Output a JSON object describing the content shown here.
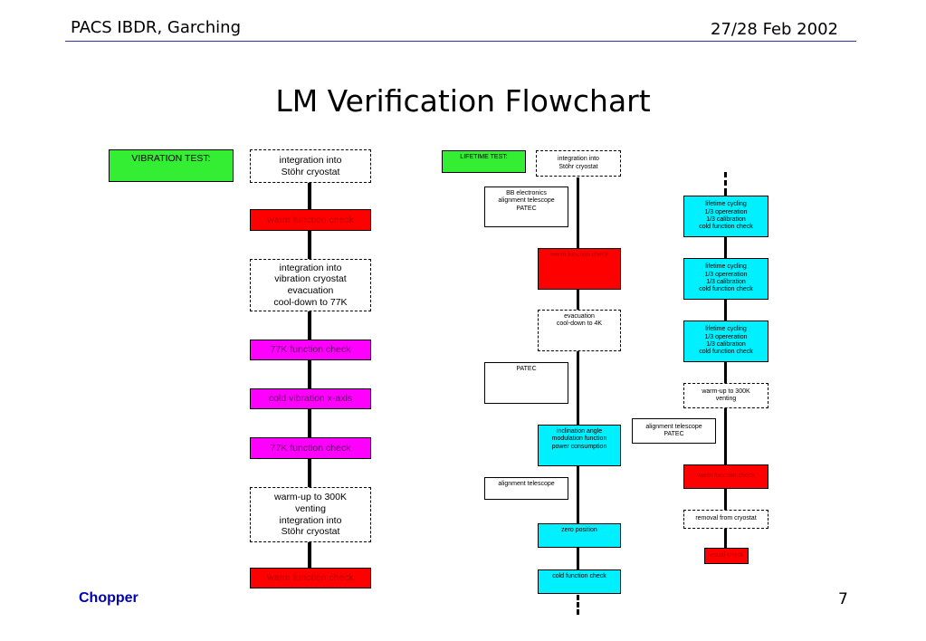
{
  "header": {
    "left": "PACS IBDR, Garching",
    "right": "27/28 Feb 2002"
  },
  "title": "LM Verification Flowchart",
  "vibration": {
    "label": "VIBRATION TEST:",
    "steps": [
      "integration into\nStöhr cryostat",
      "warm function check",
      "integration into\nvibration cryostat\nevacuation\ncool-down to 77K",
      "77K function check",
      "cold vibration x-axis",
      "77K function check",
      "warm-up to 300K\nventing\nintegration into\nStöhr cryostat",
      "warm function check"
    ]
  },
  "lifetime": {
    "label": "LIFETIME TEST:",
    "main": [
      "integration into\nStöhr cryostat",
      "warm function check",
      "evacuation\ncool-down to 4K",
      "inclination angle\nmodulation function\npower consumption",
      "zero position",
      "cold function check"
    ],
    "side_left": [
      "BB electronics\nalignment telescope\nPATEC",
      "PATEC",
      "alignment telescope"
    ],
    "right": [
      "lifetime cycling\n1/3 opereration\n1/3 calibration\ncold function check",
      "lifetime cycling\n1/3 opereration\n1/3 calibration\ncold function check",
      "lifetime cycling\n1/3 opereration\n1/3 calibration\ncold function check",
      "warm-up to 300K\nventing",
      "warm function check",
      "removal from cryostat",
      "visual check"
    ],
    "side_right": "alignment telescope\nPATEC"
  },
  "footer": {
    "left": "Chopper",
    "page": "7"
  }
}
